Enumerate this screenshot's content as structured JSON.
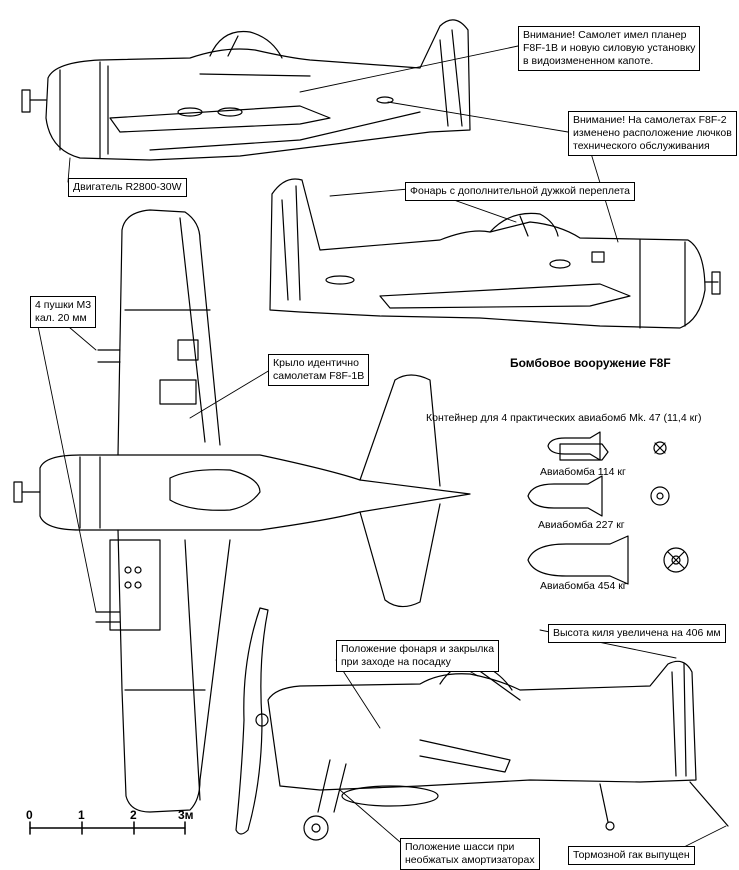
{
  "callouts": {
    "airframe_note": "Внимание! Самолет имел планер\nF8F-1B и новую силовую установку\nв видоизмененном капоте.",
    "hatches_note": "Внимание! На самолетах F8F-2\nизменено расположение лючков\nтехнического обслуживания",
    "engine": "Двигатель R2800-30W",
    "canopy_frame": "Фонарь с дополнительной дужкой переплета",
    "cannons": "4 пушки М3\nкал. 20 мм",
    "wing_note": "Крыло идентично\nсамолетам F8F-1B",
    "canopy_flap": "Положение фонаря и закрылка\nпри заходе на посадку",
    "fin_height": "Высота киля увеличена на 406 мм",
    "gear_position": "Положение шасси при\nнеобжатых амортизаторах",
    "tail_hook": "Тормозной гак выпущен"
  },
  "bombs": {
    "heading": "Бомбовое вооружение F8F",
    "container": "Контейнер для 4 практических авиабомб Mk. 47 (11,4 кг)",
    "bomb_114": "Авиабомба 114 кг",
    "bomb_227": "Авиабомба 227 кг",
    "bomb_454": "Авиабомба 454 кг"
  },
  "scale": {
    "ticks": [
      "0",
      "1",
      "2",
      "3м"
    ]
  }
}
